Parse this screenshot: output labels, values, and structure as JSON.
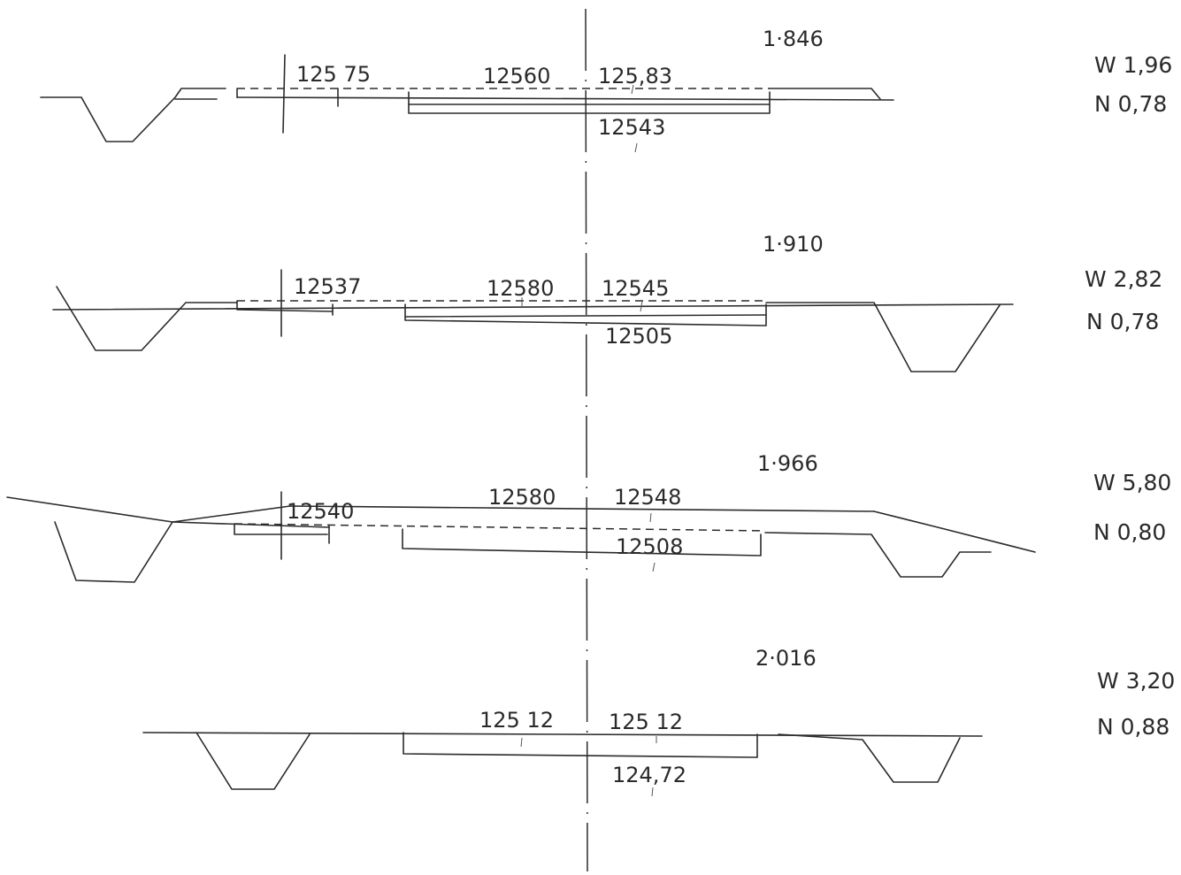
{
  "sections": [
    {
      "station": "1·846",
      "levels": {
        "left": "125 75",
        "mid": "12560",
        "right": "125,83",
        "bottom": "12543"
      },
      "side": {
        "w": "W 1,96",
        "n": "N 0,78"
      }
    },
    {
      "station": "1·910",
      "levels": {
        "left": "12537",
        "mid": "12580",
        "right": "12545",
        "bottom": "12505"
      },
      "side": {
        "w": "W 2,82",
        "n": "N 0,78"
      }
    },
    {
      "station": "1·966",
      "levels": {
        "left": "12540",
        "mid": "12580",
        "right": "12548",
        "bottom": "12508"
      },
      "side": {
        "w": "W 5,80",
        "n": "N 0,80"
      }
    },
    {
      "station": "2·016",
      "levels": {
        "left": "125 12",
        "right": "125 12",
        "bottom": "124,72"
      },
      "side": {
        "w": "W 3,20",
        "n": "N 0,88"
      }
    }
  ]
}
